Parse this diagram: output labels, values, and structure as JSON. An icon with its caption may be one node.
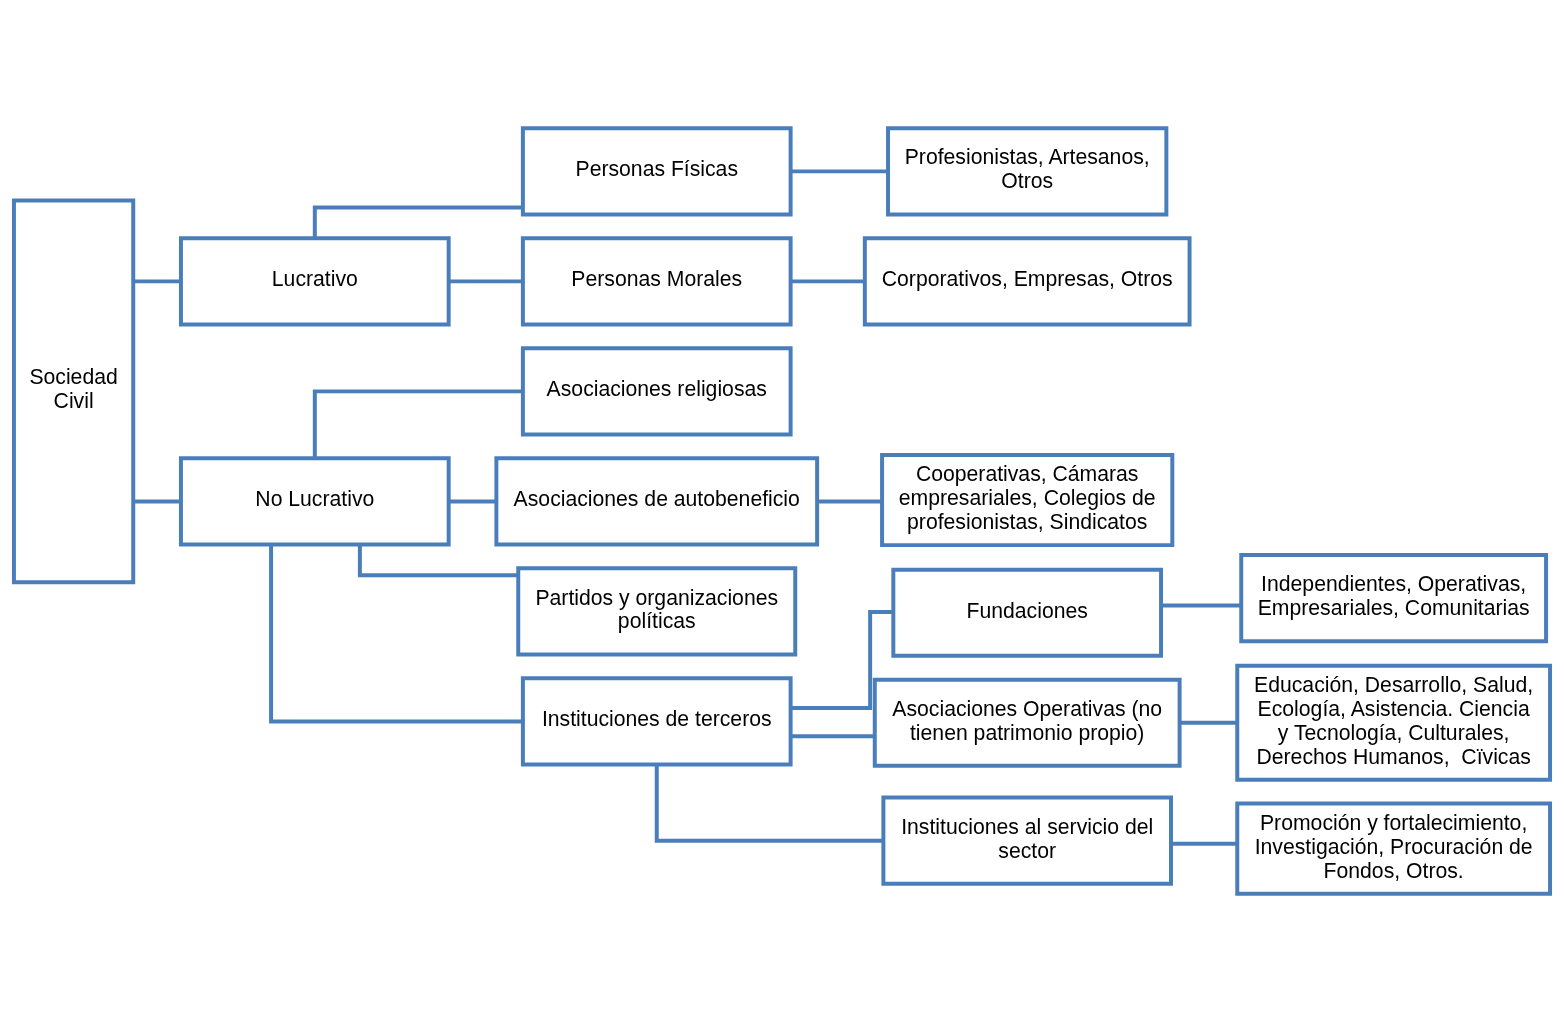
{
  "diagram": {
    "nodes": [
      {
        "text": [
          "Sociedad Civil"
        ]
      },
      {
        "text": [
          "Lucrativo"
        ]
      },
      {
        "text": [
          "No Lucrativo"
        ]
      },
      {
        "text": [
          "Personas Físicas"
        ]
      },
      {
        "text": [
          "Personas Morales"
        ]
      },
      {
        "text": [
          "Asociaciones religiosas"
        ]
      },
      {
        "text": [
          "Asociaciones de autobeneficio"
        ]
      },
      {
        "text": [
          "Partidos y organizaciones políticas"
        ]
      },
      {
        "text": [
          "Instituciones de terceros"
        ]
      },
      {
        "text": [
          "Profesionistas, Artesanos, Otros"
        ]
      },
      {
        "text": [
          "Corporativos, Empresas, Otros"
        ]
      },
      {
        "text": [
          "Cooperativas, Cámaras empresariales, Colegios de profesionistas, Sindicatos"
        ]
      },
      {
        "text": [
          "Fundaciones"
        ]
      },
      {
        "text": [
          "Asociaciones Operativas (no tienen patrimonio propio)"
        ]
      },
      {
        "text": [
          "Instituciones al servicio del sector"
        ]
      },
      {
        "text": [
          "Independientes, Operativas, Empresariales, Comunitarias"
        ]
      },
      {
        "text": [
          "Educación, Desarrollo, Salud, Ecología, Asistencia. Ciencia y Tecnología, Culturales, Derechos Humanos,  Cïvicas"
        ]
      },
      {
        "text": [
          "Promoción y fortalecimiento, Investigación, Procuración de Fondos, Otros."
        ]
      }
    ],
    "edges": [
      {
        "from": 0,
        "to": 1,
        "arrow": "none"
      },
      {
        "from": 0,
        "to": 2,
        "arrow": "none"
      },
      {
        "from": 1,
        "to": 3,
        "arrow": "none"
      },
      {
        "from": 1,
        "to": 4,
        "arrow": "none"
      },
      {
        "from": 2,
        "to": 5,
        "arrow": "none"
      },
      {
        "from": 2,
        "to": 6,
        "arrow": "none"
      },
      {
        "from": 2,
        "to": 7,
        "arrow": "none"
      },
      {
        "from": 2,
        "to": 8,
        "arrow": "none"
      },
      {
        "from": 3,
        "to": 9,
        "arrow": "none"
      },
      {
        "from": 4,
        "to": 10,
        "arrow": "none"
      },
      {
        "from": 6,
        "to": 11,
        "arrow": "none"
      },
      {
        "from": 8,
        "to": 12,
        "arrow": "none"
      },
      {
        "from": 8,
        "to": 13,
        "arrow": "none"
      },
      {
        "from": 8,
        "to": 14,
        "arrow": "none"
      },
      {
        "from": 12,
        "to": 15,
        "arrow": "none"
      },
      {
        "from": 13,
        "to": 16,
        "arrow": "none"
      },
      {
        "from": 14,
        "to": 17,
        "arrow": "none"
      }
    ]
  }
}
